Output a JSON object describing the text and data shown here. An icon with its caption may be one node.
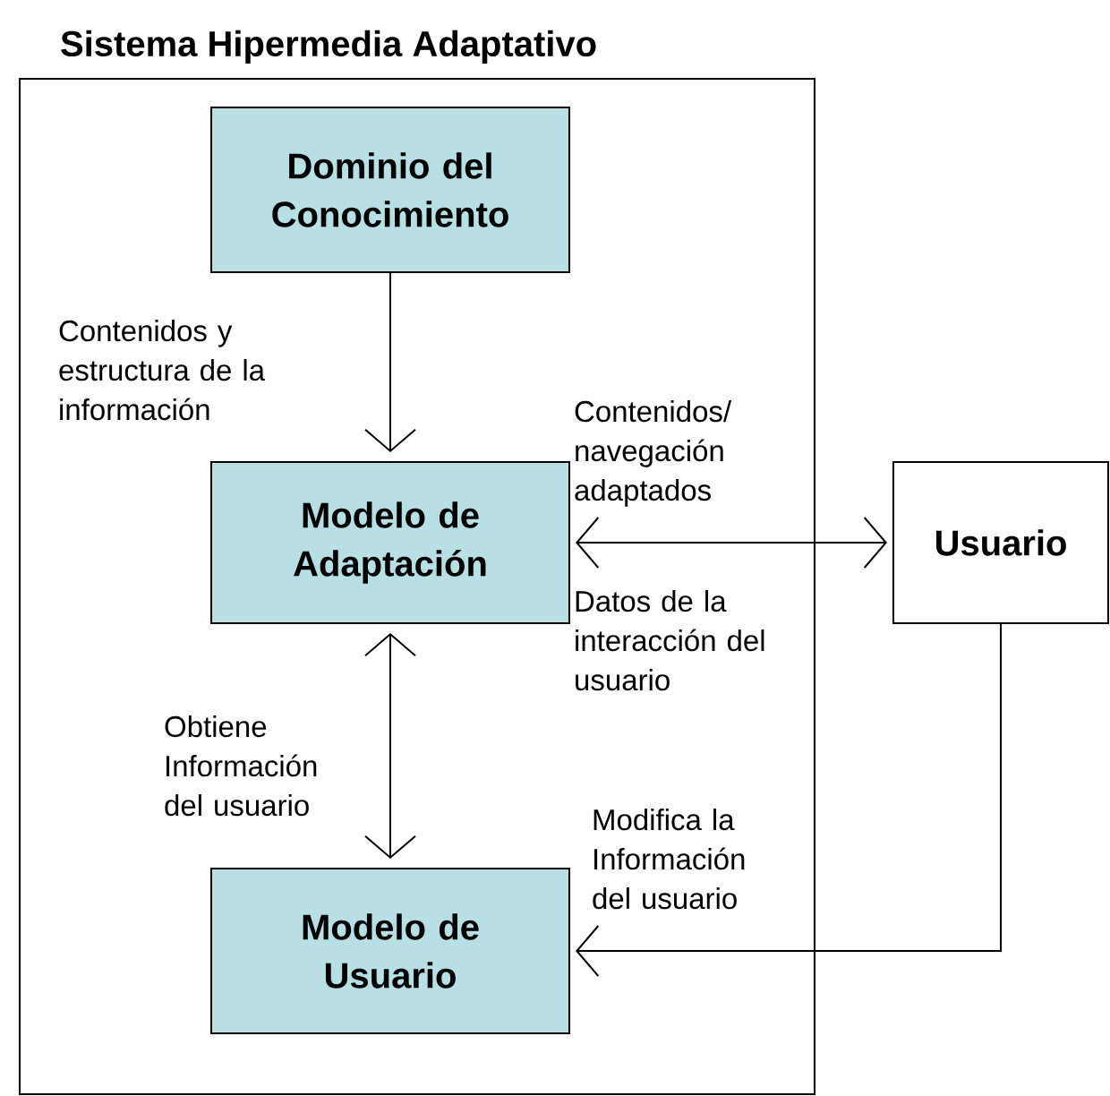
{
  "diagram": {
    "nodes": [
      {
        "text": [
          "Sistema Hipermedia Adaptativo"
        ]
      },
      {
        "text": [
          "Dominio del Conocimiento"
        ],
        "in": 0
      },
      {
        "text": [
          "Modelo de Adaptación"
        ],
        "in": 0
      },
      {
        "text": [
          "Modelo de Usuario"
        ],
        "in": 0
      },
      {
        "text": [
          "Usuario"
        ]
      }
    ],
    "edges": [
      {
        "from": 1,
        "to": 2,
        "arrow": "to",
        "label": "Contenidos y estructura de la información"
      },
      {
        "from": 2,
        "to": 4,
        "arrow": "both",
        "label": "Contenidos/ navegación adaptados"
      },
      {
        "from": 2,
        "to": 3,
        "arrow": "both",
        "label": "Obtiene Información del usuario"
      },
      {
        "from": 4,
        "to": 3,
        "arrow": "to",
        "label": "Modifica la Información del usuario"
      }
    ],
    "labels": [
      "Datos de la interacción del usuario"
    ]
  }
}
